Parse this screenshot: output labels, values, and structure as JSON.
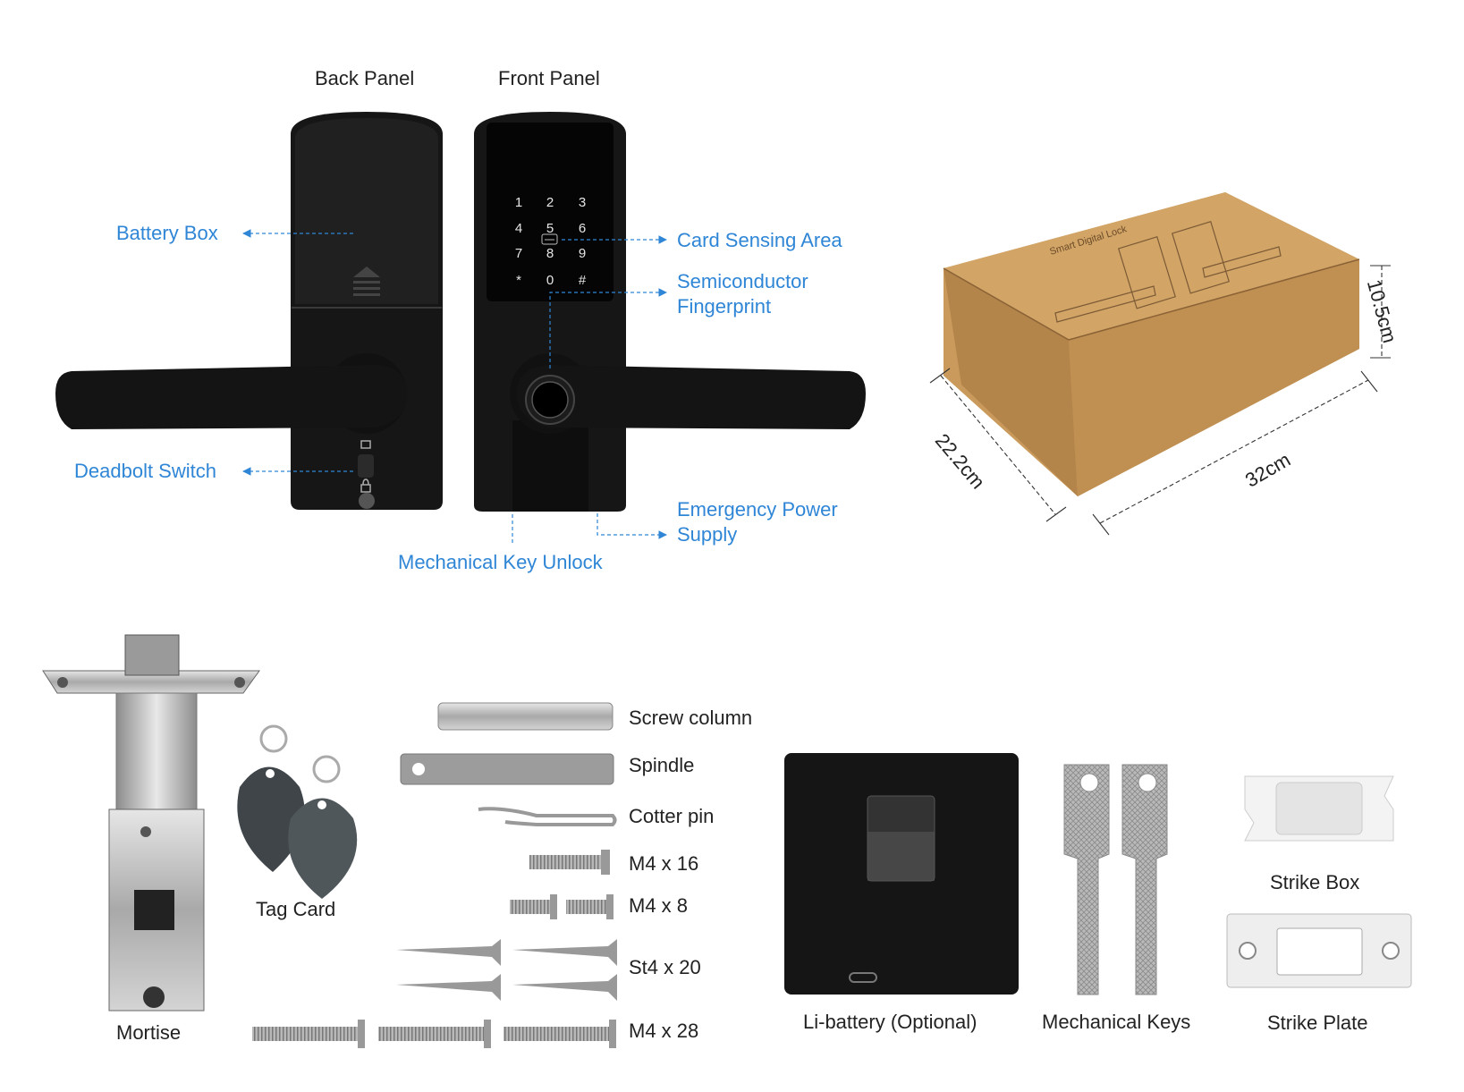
{
  "panels": {
    "back": "Back Panel",
    "front": "Front Panel"
  },
  "callouts": {
    "battery_box": "Battery Box",
    "deadbolt_switch": "Deadbolt Switch",
    "card_sensing_area": "Card Sensing Area",
    "fingerprint_line1": "Semiconductor",
    "fingerprint_line2": "Fingerprint",
    "emergency_line1": "Emergency Power",
    "emergency_line2": "Supply",
    "mechanical_key_unlock": "Mechanical Key Unlock"
  },
  "keypad": [
    "1",
    "2",
    "3",
    "4",
    "5",
    "6",
    "7",
    "8",
    "9",
    "*",
    "0",
    "#"
  ],
  "box": {
    "print": "Smart Digital Lock",
    "height": "10.5cm",
    "depth": "22.2cm",
    "width": "32cm"
  },
  "parts": {
    "mortise": "Mortise",
    "tag_card": "Tag Card",
    "screw_column": "Screw column",
    "spindle": "Spindle",
    "cotter_pin": "Cotter pin",
    "m4x16": "M4 x 16",
    "m4x8": "M4 x 8",
    "st4x20": "St4 x 20",
    "m4x28": "M4 x 28",
    "li_battery": "Li-battery (Optional)",
    "mechanical_keys": "Mechanical Keys",
    "strike_box": "Strike Box",
    "strike_plate": "Strike Plate"
  },
  "colors": {
    "callout": "#2f86d6",
    "lock_body": "#161616",
    "cardboard": "#c99a5b"
  }
}
